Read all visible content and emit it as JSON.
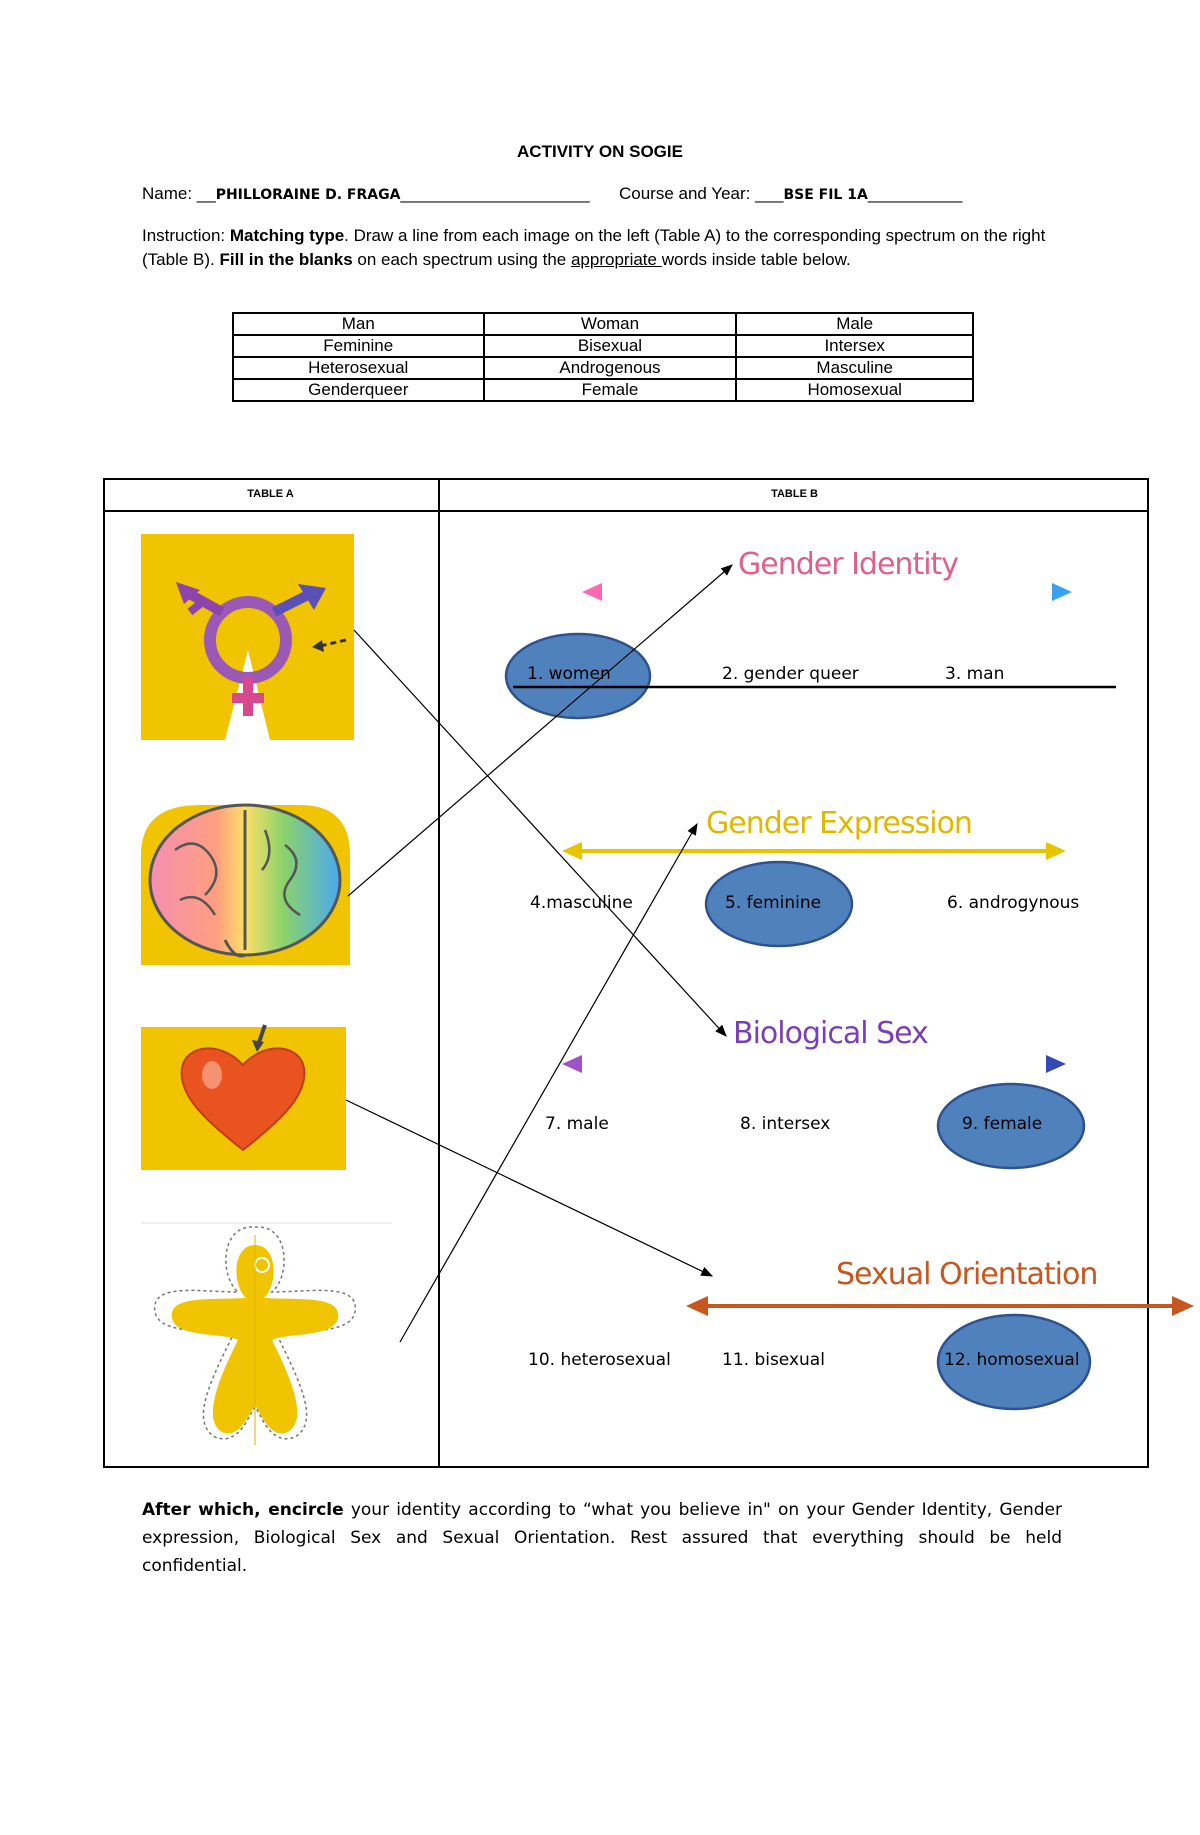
{
  "header": {
    "title": "ACTIVITY ON SOGIE",
    "name_label": "Name: __",
    "name_value": "PHILLORAINE D. FRAGA",
    "name_trail": "____________________",
    "course_label": "Course and Year: ___",
    "course_value": "BSE FIL 1A",
    "course_trail": "__________"
  },
  "instruction": {
    "p1": "Instruction: ",
    "b1": "Matching type",
    "p2": ". Draw a line from each image on the left (Table A) to the corresponding spectrum on the right (Table B). ",
    "b2": "Fill in the blanks",
    "p3": " on each spectrum using the ",
    "u1": "appropriate ",
    "p4": "words inside table below."
  },
  "word_table": [
    [
      "Man",
      "Woman",
      "Male"
    ],
    [
      "Feminine",
      "Bisexual",
      "Intersex"
    ],
    [
      "Heterosexual",
      "Androgenous",
      "Masculine"
    ],
    [
      "Genderqueer",
      "Female",
      "Homosexual"
    ]
  ],
  "tables": {
    "a_header": "TABLE A",
    "b_header": "TABLE B"
  },
  "table_a_images": [
    "transgender-symbol-icon",
    "rainbow-brain-icon",
    "heart-icon",
    "gingerbread-body-icon"
  ],
  "spectrums": {
    "gender_identity": {
      "title": "Gender Identity",
      "items": [
        "1. women",
        "2. gender queer",
        "3. man"
      ],
      "circled": 0
    },
    "gender_expression": {
      "title": "Gender Expression",
      "items": [
        "4.masculine",
        "5. feminine",
        "6. androgynous"
      ],
      "circled": 1
    },
    "biological_sex": {
      "title": "Biological Sex",
      "items": [
        "7. male",
        "8. intersex",
        "9. female"
      ],
      "circled": 2
    },
    "sexual_orientation": {
      "title": "Sexual Orientation",
      "items": [
        "10. heterosexual",
        "11. bisexual",
        "12. homosexual"
      ],
      "circled": 2
    }
  },
  "after": {
    "t1": "After which, ",
    "b1": "encircle",
    "t2": " your identity according to “what you believe in\" on your Gender Identity, Gender expression, Biological Sex and Sexual Orientation. Rest assured that everything should be held confidential."
  },
  "colors": {
    "ellipse_fill": "#4f81bd",
    "ellipse_stroke": "#2f528f",
    "image_bg": "#f0c400",
    "gender_expression": "#e8c400",
    "biological_sex": "#7a3fb8",
    "sexual_orientation": "#c8561f"
  }
}
